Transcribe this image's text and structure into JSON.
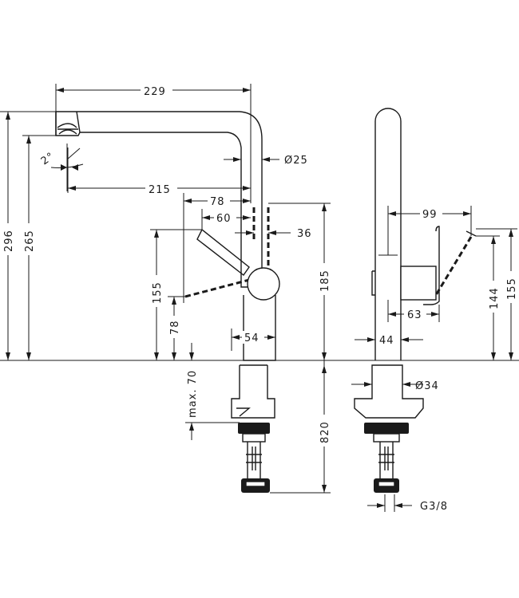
{
  "dimensions": {
    "d229": "229",
    "d215": "215",
    "d25": "Ø25",
    "d78top": "78",
    "d60": "60",
    "d36": "36",
    "d296": "296",
    "d265": "265",
    "d155left": "155",
    "d78left": "78",
    "d185": "185",
    "d54": "54",
    "dmax70": "max. 70",
    "d820": "820",
    "d2deg": "2°",
    "d99": "99",
    "d63": "63",
    "d44": "44",
    "d144": "144",
    "d155right": "155",
    "d34": "Ø34",
    "dg38": "G3/8"
  },
  "colors": {
    "line": "#1a1a1a",
    "background": "#ffffff"
  }
}
